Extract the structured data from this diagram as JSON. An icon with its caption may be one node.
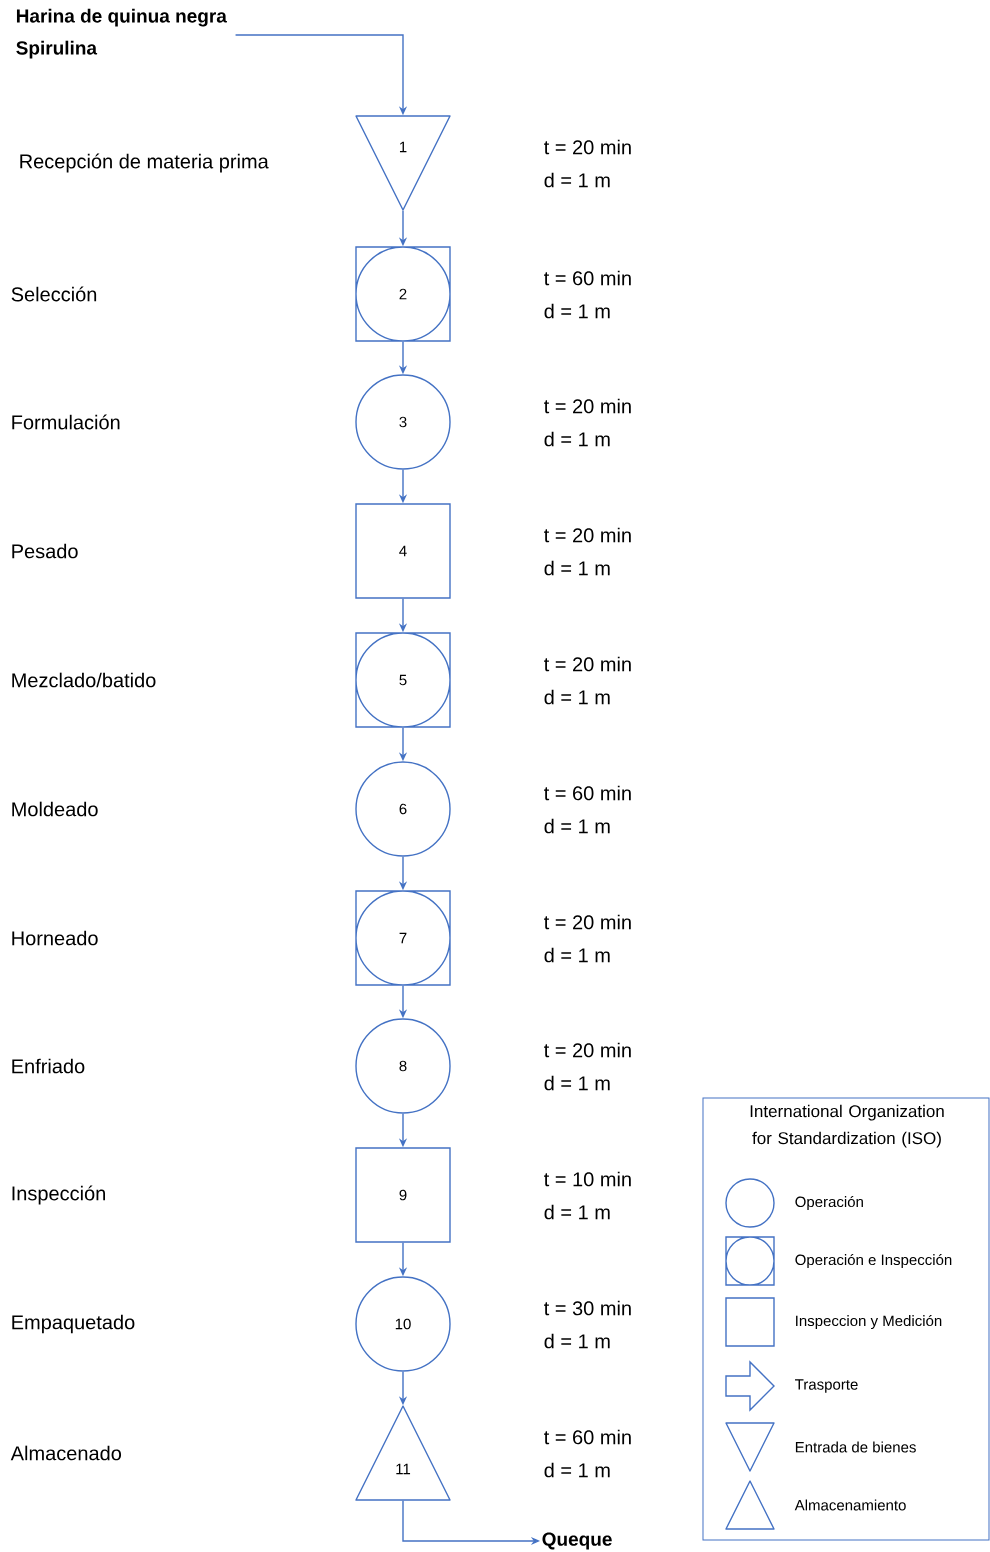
{
  "diagram": {
    "nodes": [
      {
        "text": [
          "Harina de quinua negra",
          "Spirulina"
        ]
      },
      {
        "text": [
          "1"
        ],
        "beside": [
          "t = 20 min",
          "d = 1 m"
        ]
      },
      {
        "text": [
          "2"
        ],
        "beside": [
          "t = 60 min",
          "d = 1 m"
        ]
      },
      {
        "text": [
          "3"
        ],
        "beside": [
          "t = 20 min",
          "d = 1 m"
        ]
      },
      {
        "text": [
          "4"
        ],
        "beside": [
          "t = 20 min",
          "d = 1 m"
        ]
      },
      {
        "text": [
          "5"
        ],
        "beside": [
          "t = 20 min",
          "d = 1 m"
        ]
      },
      {
        "text": [
          "6"
        ],
        "beside": [
          "t = 60 min",
          "d = 1 m"
        ]
      },
      {
        "text": [
          "7"
        ],
        "beside": [
          "t = 20 min",
          "d = 1 m"
        ]
      },
      {
        "text": [
          "8"
        ],
        "beside": [
          "t = 20 min",
          "d = 1 m"
        ]
      },
      {
        "text": [
          "9"
        ],
        "beside": [
          "t = 10 min",
          "d = 1 m"
        ]
      },
      {
        "text": [
          "10"
        ],
        "beside": [
          "t = 30 min",
          "d = 1 m"
        ]
      },
      {
        "text": [
          "11"
        ],
        "beside": [
          "t = 60 min",
          "d = 1 m"
        ]
      },
      {
        "text": [
          "Queque"
        ]
      }
    ],
    "edges": [
      {
        "from": 0,
        "to": 1,
        "arrow": "to"
      },
      {
        "from": 1,
        "to": 2,
        "arrow": "to"
      },
      {
        "from": 2,
        "to": 3,
        "arrow": "to"
      },
      {
        "from": 3,
        "to": 4,
        "arrow": "to"
      },
      {
        "from": 4,
        "to": 5,
        "arrow": "to"
      },
      {
        "from": 5,
        "to": 6,
        "arrow": "to"
      },
      {
        "from": 6,
        "to": 7,
        "arrow": "to"
      },
      {
        "from": 7,
        "to": 8,
        "arrow": "to"
      },
      {
        "from": 8,
        "to": 9,
        "arrow": "to"
      },
      {
        "from": 9,
        "to": 10,
        "arrow": "to"
      },
      {
        "from": 10,
        "to": 11,
        "arrow": "to"
      },
      {
        "from": 11,
        "to": 12,
        "arrow": "to"
      }
    ],
    "labels": [
      "Recepción de materia prima",
      "Selección",
      "Formulación",
      "Pesado",
      "Mezclado/batido",
      "Moldeado",
      "Horneado",
      "Enfriado",
      "Inspección",
      "Empaquetado",
      "Almacenado",
      "International Organization for Standardization (ISO)"
    ],
    "legend": [
      {
        "text": "Operación"
      },
      {
        "text": "Operación e Inspección"
      },
      {
        "text": "Inspeccion y Medición"
      },
      {
        "text": "Trasporte"
      },
      {
        "text": "Entrada de bienes"
      },
      {
        "text": "Almacenamiento"
      }
    ]
  }
}
